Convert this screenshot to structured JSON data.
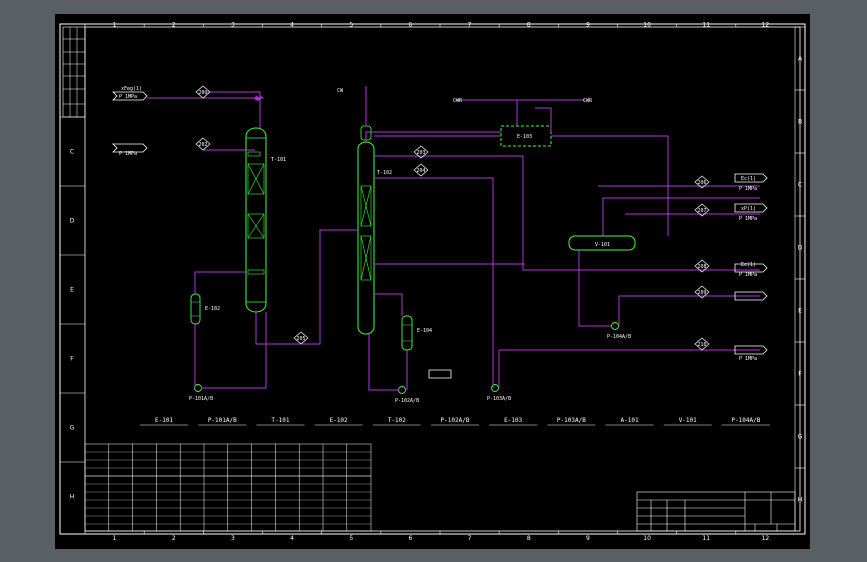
{
  "colors": {
    "background": "#5a5f66",
    "drawing": "#000000",
    "border": "#ffffff",
    "process_line": "#b038d8",
    "equipment": "#3cff3c",
    "text": "#ffffff"
  },
  "border": {
    "top_numbers": [
      "1",
      "2",
      "3",
      "4",
      "5",
      "6",
      "7",
      "8",
      "9",
      "10",
      "11",
      "12"
    ],
    "bottom_numbers": [
      "1",
      "2",
      "3",
      "4",
      "5",
      "6",
      "7",
      "8",
      "9",
      "10",
      "11",
      "12"
    ],
    "right_letters": [
      "A",
      "B",
      "C",
      "D",
      "E",
      "F",
      "G",
      "H"
    ],
    "left_letters": [
      "C",
      "D",
      "E",
      "F",
      "G",
      "H"
    ]
  },
  "stream_labels": {
    "feed_1": "xFeg(1)",
    "feed_1_sub": "P 1MPa",
    "feed_2": "",
    "feed_2_sub": "P 1MPa",
    "cw_top": "CW",
    "cw_r1": "CWR",
    "cw_r2": "CWR",
    "product_1": "Ec(1)",
    "product_1_sub": "P 1MPa",
    "product_2": "xP(1)",
    "product_2_sub": "P 1MPa",
    "product_3": "Ec(1)",
    "product_3_sub": "P 1MPa",
    "product_4": "",
    "product_5": "",
    "product_5_sub": "P 1MPa"
  },
  "equipment_tags": {
    "column_1": "T-101",
    "column_2": "T-102",
    "reboiler_1": "E-102",
    "reboiler_2": "E-104",
    "condenser": "E-103",
    "drum": "V-101",
    "pump_1": "P-101A/B",
    "pump_2": "P-102A/B",
    "pump_3": "P-103A/B",
    "pump_4": "P-104A/B"
  },
  "bubbles": [
    "201",
    "202",
    "203",
    "204",
    "205",
    "206",
    "207",
    "208",
    "209",
    "210"
  ],
  "equipment_list": [
    {
      "tag": "E-101",
      "name": ""
    },
    {
      "tag": "P-101A/B",
      "name": ""
    },
    {
      "tag": "T-101",
      "name": ""
    },
    {
      "tag": "E-102",
      "name": ""
    },
    {
      "tag": "T-102",
      "name": ""
    },
    {
      "tag": "P-102A/B",
      "name": ""
    },
    {
      "tag": "E-103",
      "name": ""
    },
    {
      "tag": "P-103A/B",
      "name": ""
    },
    {
      "tag": "A-101",
      "name": ""
    },
    {
      "tag": "V-101",
      "name": ""
    },
    {
      "tag": "P-104A/B",
      "name": ""
    }
  ],
  "title_block": {
    "title": "",
    "subtitle": ""
  }
}
